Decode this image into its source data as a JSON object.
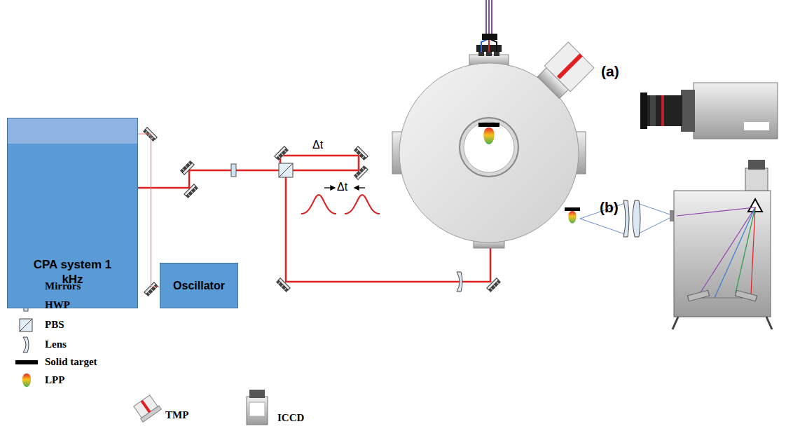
{
  "diagram": {
    "nodes": [
      {
        "text": [
          "CPA system 1 kHz"
        ]
      },
      {
        "text": [
          "Oscillator"
        ]
      }
    ],
    "edges": [
      {
        "from": 1,
        "to": 0,
        "arrow": "none"
      }
    ],
    "labels": [
      "Δt",
      "Δt",
      "(a)",
      "(b)"
    ],
    "legend": [
      {
        "text": "Mirrors"
      },
      {
        "text": "HWP"
      },
      {
        "text": "PBS"
      },
      {
        "text": "Lens"
      },
      {
        "text": "Solid target"
      },
      {
        "text": "LPP"
      },
      {
        "text": "TMP"
      },
      {
        "text": "ICCD"
      }
    ]
  }
}
